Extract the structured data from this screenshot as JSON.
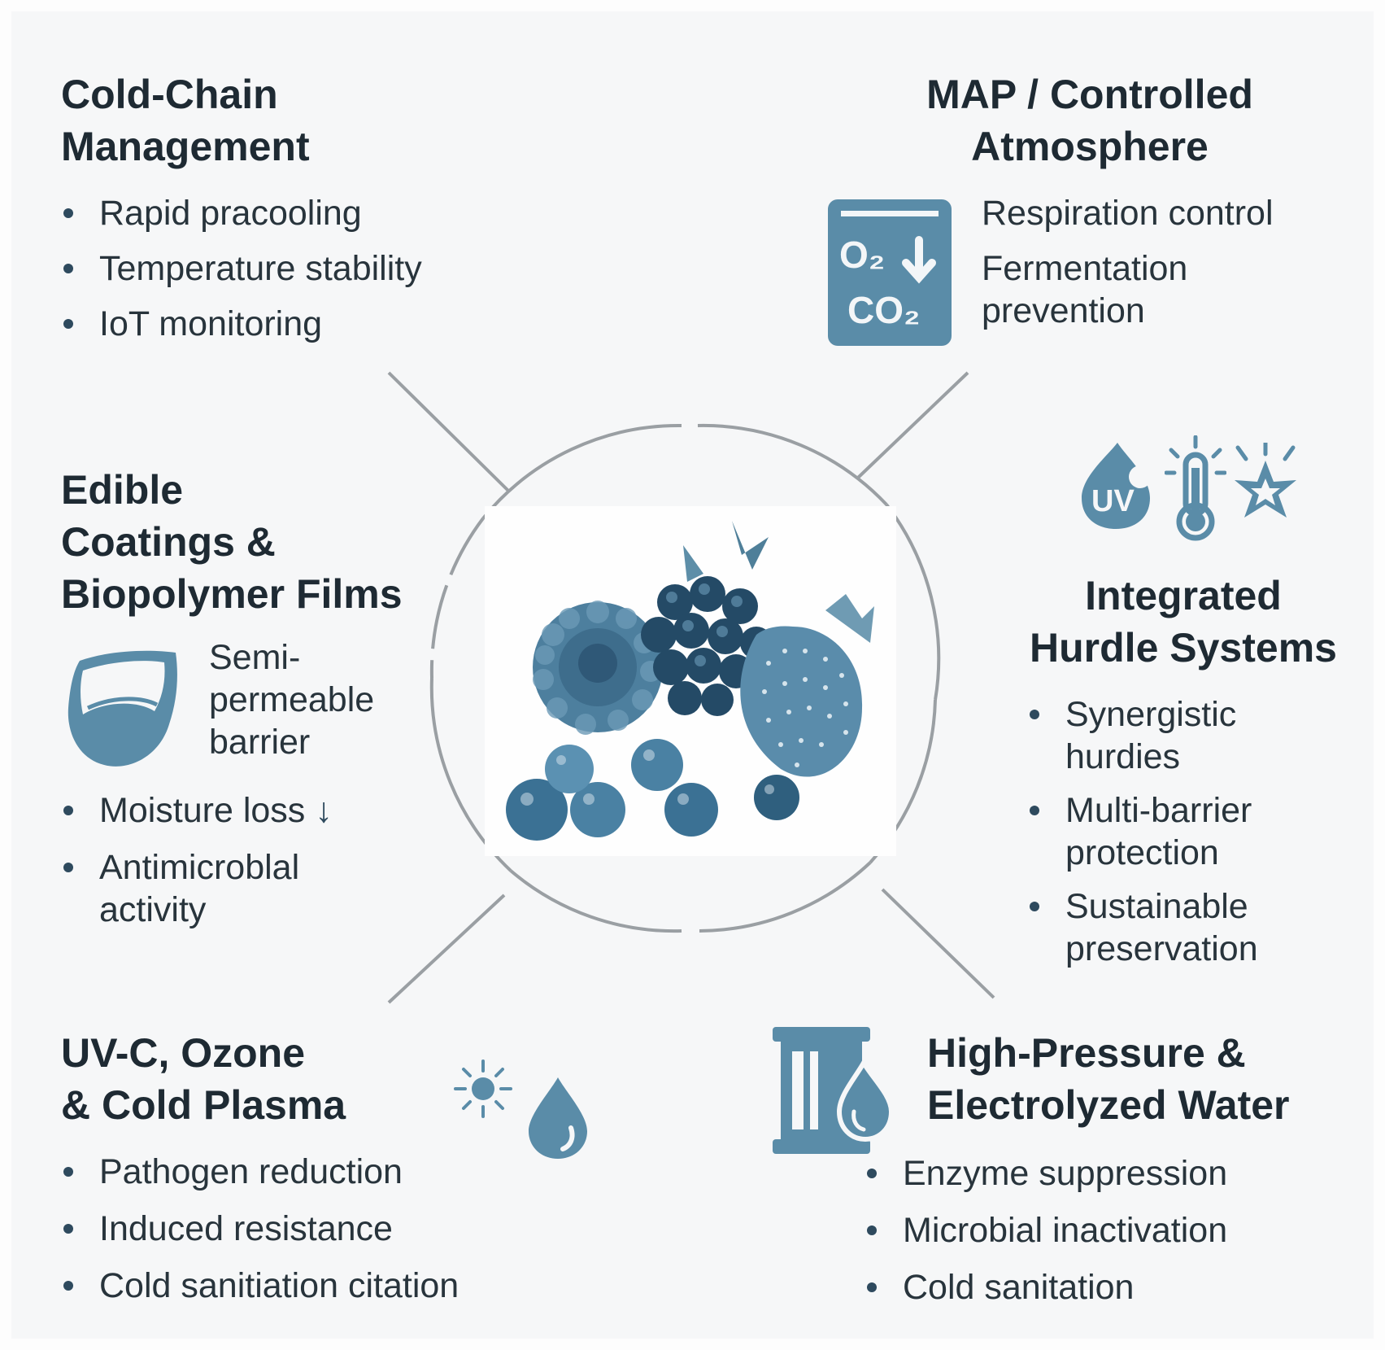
{
  "colors": {
    "accent": "#5a8ca8",
    "accent_dark": "#2f5f7e",
    "text": "#1e2a33",
    "line": "#9a9fa3"
  },
  "cold_chain": {
    "title": "Cold-Chain\nManagement",
    "bullets": [
      "Rapid pracooling",
      "Temperature stability",
      "IoT monitoring"
    ]
  },
  "map": {
    "title": "MAP / Controlled\nAtmosphere",
    "icon_o2": "O₂ ↓",
    "icon_co2": "CO₂",
    "items": [
      "Respiration control",
      "Fermentation\nprevention"
    ]
  },
  "edible": {
    "title": "Edible\nCoatings &\nBiopolymer Films",
    "barrier_label": "Semi-\npermeable\nbarrier",
    "bullets": [
      "Moisture loss",
      "Antimicroblal\nactivity"
    ],
    "moisture_arrow": "↓"
  },
  "hurdle": {
    "title": "Integrated\nHurdle Systems",
    "icon_uv": "UV",
    "bullets": [
      "Synergistic\nhurdies",
      "Multi-barrier\nprotection",
      "Sustainable\npreservation"
    ]
  },
  "uvc": {
    "title": "UV-C, Ozone\n& Cold Plasma",
    "bullets": [
      "Pathogen reduction",
      "Induced resistance",
      "Cold sanitiation citation"
    ]
  },
  "hpp": {
    "title": "High-Pressure &\nElectrolyzed Water",
    "bullets": [
      "Enzyme suppression",
      "Microbial inactivation",
      "Cold sanitation"
    ]
  },
  "icons": [
    "refrigerator-ice-icon",
    "gas-exchange-icon",
    "coating-drop-icon",
    "uv-drop-icon",
    "thermometer-icon",
    "spark-star-icon",
    "sun-icon",
    "water-drop-icon",
    "pressure-vessel-icon",
    "berries-illustration"
  ]
}
